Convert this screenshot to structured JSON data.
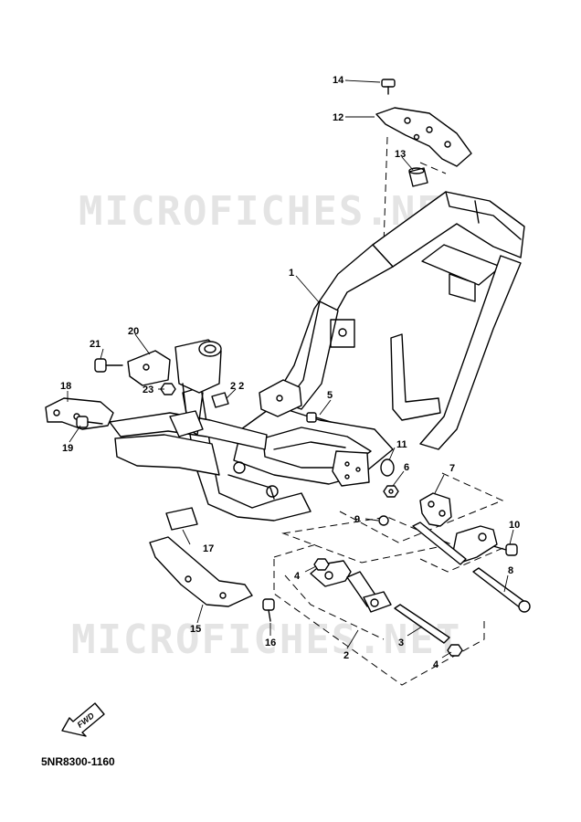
{
  "watermark_top": "MICROFICHES.NET",
  "watermark_bottom": "MICROFICHES.NET",
  "fwd_label": "FWD",
  "document_number": "5NR8300-1160",
  "callouts": {
    "c1": "1",
    "c2": "2",
    "c3": "3",
    "c4a": "4",
    "c4b": "4",
    "c5": "5",
    "c6": "6",
    "c7": "7",
    "c8": "8",
    "c9": "9",
    "c10": "10",
    "c11": "11",
    "c12": "12",
    "c13": "13",
    "c14": "14",
    "c15": "15",
    "c16": "16",
    "c17": "17",
    "c18": "18",
    "c19": "19",
    "c20": "20",
    "c21": "21",
    "c22": "2 2",
    "c23": "23"
  }
}
